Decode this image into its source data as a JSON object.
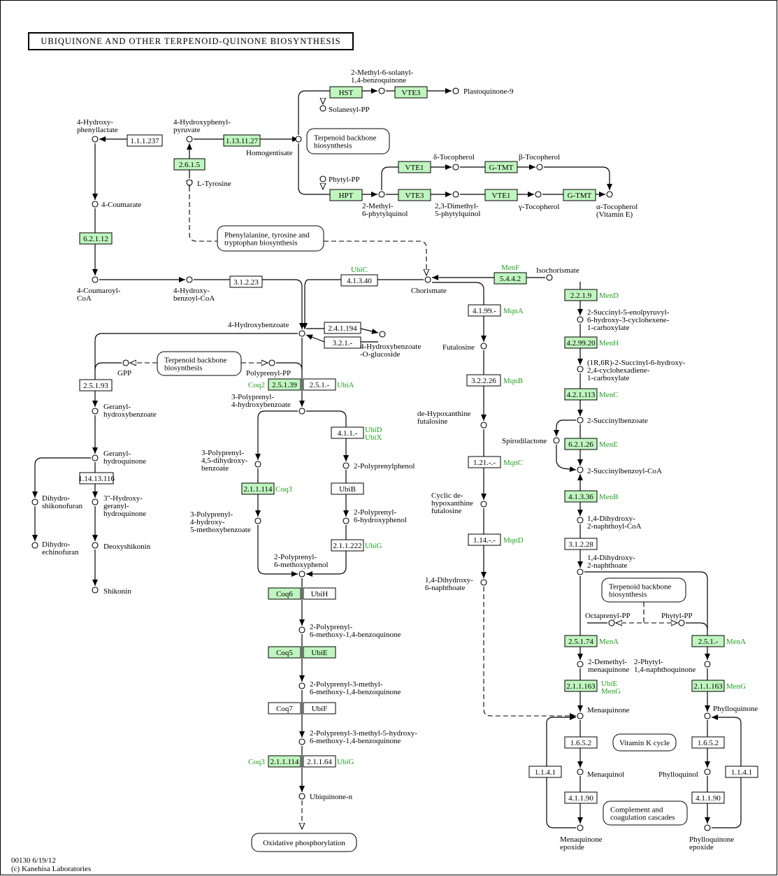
{
  "title": "UBIQUINONE AND OTHER TERPENOID-QUINONE BIOSYNTHESIS",
  "footer": {
    "line1": "00130 6/19/12",
    "line2": "(c) Kanehisa Laboratories"
  },
  "colors": {
    "found_fill": "#bff5bf",
    "plain_fill": "#ffffff",
    "gene_text": "#1fa01f"
  },
  "enzymes": [
    {
      "id": "e1",
      "label": "1.1.1.237",
      "found": false
    },
    {
      "id": "e2",
      "label": "1.13.11.27",
      "found": true
    },
    {
      "id": "e3",
      "label": "2.6.1.5",
      "found": true
    },
    {
      "id": "e4",
      "label": "HST",
      "found": true
    },
    {
      "id": "e5",
      "label": "VTE3",
      "found": true
    },
    {
      "id": "e6",
      "label": "HPT",
      "found": true
    },
    {
      "id": "e7",
      "label": "VTE1",
      "found": true
    },
    {
      "id": "e8",
      "label": "G-TMT",
      "found": true
    },
    {
      "id": "e9",
      "label": "VTE3",
      "found": true
    },
    {
      "id": "e10",
      "label": "VTE1",
      "found": true
    },
    {
      "id": "e11",
      "label": "G-TMT",
      "found": true
    },
    {
      "id": "e12",
      "label": "6.2.1.12",
      "found": true
    },
    {
      "id": "e13",
      "label": "3.1.2.23",
      "found": false
    },
    {
      "id": "e14",
      "label": "4.1.3.40",
      "found": false
    },
    {
      "id": "e15",
      "label": "5.4.4.2",
      "found": true
    },
    {
      "id": "e16",
      "label": "2.4.1.194",
      "found": false
    },
    {
      "id": "e17",
      "label": "3.2.1.-",
      "found": false
    },
    {
      "id": "e18",
      "label": "2.5.1.93",
      "found": false
    },
    {
      "id": "e19",
      "label": "2.5.1.39",
      "found": true
    },
    {
      "id": "e20",
      "label": "2.5.1.-",
      "found": false
    },
    {
      "id": "e21",
      "label": "1.14.13.116",
      "found": false
    },
    {
      "id": "e22",
      "label": "2.1.1.114",
      "found": true
    },
    {
      "id": "e23",
      "label": "4.1.1.-",
      "found": false
    },
    {
      "id": "e24",
      "label": "UbiB",
      "found": false
    },
    {
      "id": "e25",
      "label": "2.1.1.222",
      "found": false
    },
    {
      "id": "e26",
      "label": "Coq6",
      "found": true
    },
    {
      "id": "e27",
      "label": "UbiH",
      "found": false
    },
    {
      "id": "e28",
      "label": "Coq5",
      "found": true
    },
    {
      "id": "e29",
      "label": "UbiE",
      "found": true
    },
    {
      "id": "e30",
      "label": "Coq7",
      "found": false
    },
    {
      "id": "e31",
      "label": "UbiF",
      "found": false
    },
    {
      "id": "e32",
      "label": "2.1.1.114",
      "found": true
    },
    {
      "id": "e33",
      "label": "2.1.1.64",
      "found": false
    },
    {
      "id": "e34",
      "label": "4.1.99.-",
      "found": false
    },
    {
      "id": "e35",
      "label": "3.2.2.26",
      "found": false
    },
    {
      "id": "e36",
      "label": "1.21.-.-",
      "found": false
    },
    {
      "id": "e37",
      "label": "1.14.-.-",
      "found": false
    },
    {
      "id": "e38",
      "label": "2.2.1.9",
      "found": true
    },
    {
      "id": "e39",
      "label": "4.2.99.20",
      "found": true
    },
    {
      "id": "e40",
      "label": "4.2.1.113",
      "found": true
    },
    {
      "id": "e41",
      "label": "6.2.1.26",
      "found": true
    },
    {
      "id": "e42",
      "label": "4.1.3.36",
      "found": true
    },
    {
      "id": "e43",
      "label": "3.1.2.28",
      "found": false
    },
    {
      "id": "e44",
      "label": "2.5.1.74",
      "found": true
    },
    {
      "id": "e45",
      "label": "2.5.1.-",
      "found": true
    },
    {
      "id": "e46",
      "label": "2.1.1.163",
      "found": true
    },
    {
      "id": "e47",
      "label": "2.1.1.163",
      "found": true
    },
    {
      "id": "e48",
      "label": "1.6.5.2",
      "found": false
    },
    {
      "id": "e49",
      "label": "1.6.5.2",
      "found": false
    },
    {
      "id": "e50",
      "label": "1.1.4.1",
      "found": false
    },
    {
      "id": "e51",
      "label": "1.1.4.1",
      "found": false
    },
    {
      "id": "e52",
      "label": "4.1.1.90",
      "found": false
    },
    {
      "id": "e53",
      "label": "4.1.1.90",
      "found": false
    }
  ],
  "gene_labels": [
    {
      "id": "g1",
      "text": "UbiC"
    },
    {
      "id": "g2",
      "text": "MenF"
    },
    {
      "id": "g3",
      "text": "MqnA"
    },
    {
      "id": "g4",
      "text": "MqnB"
    },
    {
      "id": "g5",
      "text": "MqnC"
    },
    {
      "id": "g6",
      "text": "MqnD"
    },
    {
      "id": "g7",
      "text": "Coq2"
    },
    {
      "id": "g8",
      "text": "UbiA"
    },
    {
      "id": "g9",
      "text": "UbiD"
    },
    {
      "id": "g10",
      "text": "UbiX"
    },
    {
      "id": "g11",
      "text": "Coq3"
    },
    {
      "id": "g12",
      "text": "UbiG"
    },
    {
      "id": "g13",
      "text": "Coq3"
    },
    {
      "id": "g14",
      "text": "UbiG"
    },
    {
      "id": "g15",
      "text": "MenD"
    },
    {
      "id": "g16",
      "text": "MenH"
    },
    {
      "id": "g17",
      "text": "MenC"
    },
    {
      "id": "g18",
      "text": "MenE"
    },
    {
      "id": "g19",
      "text": "MenB"
    },
    {
      "id": "g20",
      "text": "MenA"
    },
    {
      "id": "g21",
      "text": "MenA"
    },
    {
      "id": "g22",
      "text": "UbiE"
    },
    {
      "id": "g23",
      "text": "MenG"
    },
    {
      "id": "g24",
      "text": "MenG"
    }
  ],
  "pathway_maps": [
    {
      "id": "p1",
      "lines": [
        "Terpenoid backbone",
        "biosynthesis"
      ]
    },
    {
      "id": "p2",
      "lines": [
        "Phenylalanine, tyrosine and",
        "tryptophan biosynthesis"
      ]
    },
    {
      "id": "p3",
      "lines": [
        "Terpenoid backbone",
        "biosynthesis"
      ]
    },
    {
      "id": "p4",
      "lines": [
        "Terpenoid backbone",
        "biosynthesis"
      ]
    },
    {
      "id": "p5",
      "lines": [
        "Oxidative phosphorylation"
      ]
    },
    {
      "id": "p6",
      "lines": [
        "Complement and",
        "coagulation cascades"
      ]
    },
    {
      "id": "p7",
      "lines": [
        "Vitamin K cycle"
      ]
    }
  ],
  "compounds": [
    {
      "id": "c1",
      "lines": [
        "4-Hydroxy-",
        "phenyllactate"
      ]
    },
    {
      "id": "c2",
      "lines": [
        "4-Hydroxyphenyl-",
        "pyruvate"
      ]
    },
    {
      "id": "c3",
      "lines": [
        "Homogentisate"
      ]
    },
    {
      "id": "c4",
      "lines": [
        "L-Tyrosine"
      ]
    },
    {
      "id": "c5",
      "lines": [
        "2-Methyl-6-solanyl-",
        "1,4-benzoquinone"
      ]
    },
    {
      "id": "c6",
      "lines": [
        "Plastoquinone-9"
      ]
    },
    {
      "id": "c7",
      "lines": [
        "Solanesyl-PP"
      ]
    },
    {
      "id": "c8",
      "lines": [
        "Phytyl-PP"
      ]
    },
    {
      "id": "c9",
      "lines": [
        "δ-Tocopherol"
      ]
    },
    {
      "id": "c10",
      "lines": [
        "β-Tocopherol"
      ]
    },
    {
      "id": "c11",
      "lines": [
        "2-Methyl-",
        "6-phytylquinol"
      ]
    },
    {
      "id": "c12",
      "lines": [
        "2,3-Dimethyl-",
        "5-phytylquinol"
      ]
    },
    {
      "id": "c13",
      "lines": [
        "γ-Tocopherol"
      ]
    },
    {
      "id": "c14",
      "lines": [
        "α-Tocopherol",
        "(Vitamin E)"
      ]
    },
    {
      "id": "c15",
      "lines": [
        "4-Coumarate"
      ]
    },
    {
      "id": "c16",
      "lines": [
        "4-Coumaroyl-",
        "CoA"
      ]
    },
    {
      "id": "c17",
      "lines": [
        "4-Hydroxy-",
        "benzoyl-CoA"
      ]
    },
    {
      "id": "c18",
      "lines": [
        "Chorismate"
      ]
    },
    {
      "id": "c19",
      "lines": [
        "Isochorismate"
      ]
    },
    {
      "id": "c20",
      "lines": [
        "4-Hydroxybenzoate"
      ]
    },
    {
      "id": "c21",
      "lines": [
        "4-Hydroxybenzoate",
        "-O-glucoside"
      ]
    },
    {
      "id": "c22",
      "lines": [
        "GPP"
      ]
    },
    {
      "id": "c23",
      "lines": [
        "Polyprenyl-PP"
      ]
    },
    {
      "id": "c24",
      "lines": [
        "Geranyl-",
        "hydroxybenzoate"
      ]
    },
    {
      "id": "c25",
      "lines": [
        "3-Polyprenyl-",
        "4-hydroxybenzoate"
      ]
    },
    {
      "id": "c26",
      "lines": [
        "Geranyl-",
        "hydroquinone"
      ]
    },
    {
      "id": "c27",
      "lines": [
        "Dihydro-",
        "shikonofuran"
      ]
    },
    {
      "id": "c28",
      "lines": [
        "3''-Hydroxy-",
        "geranyl-",
        "hydroquinone"
      ]
    },
    {
      "id": "c29",
      "lines": [
        "Dihydro-",
        "echinofuran"
      ]
    },
    {
      "id": "c30",
      "lines": [
        "Deoxyshikonin"
      ]
    },
    {
      "id": "c31",
      "lines": [
        "Shikonin"
      ]
    },
    {
      "id": "c32",
      "lines": [
        "3-Polyprenyl-",
        "4,5-dihydroxy-",
        "benzoate"
      ]
    },
    {
      "id": "c33",
      "lines": [
        "2-Polyprenylphenol"
      ]
    },
    {
      "id": "c34",
      "lines": [
        "3-Polyprenyl-",
        "4-hydroxy-",
        "5-methoxybenzoate"
      ]
    },
    {
      "id": "c35",
      "lines": [
        "2-Polyprenyl-",
        "6-hydroxyphenol"
      ]
    },
    {
      "id": "c36",
      "lines": [
        "2-Polyprenyl-",
        "6-methoxyphenol"
      ]
    },
    {
      "id": "c37",
      "lines": [
        "2-Polyprenyl-",
        "6-methoxy-1,4-benzoquinone"
      ]
    },
    {
      "id": "c38",
      "lines": [
        "2-Polyprenyl-3-methyl-",
        "6-methoxy-1,4-benzoquinone"
      ]
    },
    {
      "id": "c39",
      "lines": [
        "2-Polyprenyl-3-methyl-5-hydroxy-",
        "6-methoxy-1,4-benzoquinone"
      ]
    },
    {
      "id": "c40",
      "lines": [
        "Ubiquinone-n"
      ]
    },
    {
      "id": "c41",
      "lines": [
        "Futalosine"
      ]
    },
    {
      "id": "c42",
      "lines": [
        "de-Hypoxanthine",
        "futalosine"
      ]
    },
    {
      "id": "c43",
      "lines": [
        "Cyclic de-",
        "hypoxanthine",
        "futalosine"
      ]
    },
    {
      "id": "c44",
      "lines": [
        "1,4-Dihydroxy-",
        "6-naphthoate"
      ]
    },
    {
      "id": "c45",
      "lines": [
        "2-Succinyl-5-enolpyruvyl-",
        "6-hydroxy-3-cyclohexene-",
        "1-carboxylate"
      ]
    },
    {
      "id": "c46",
      "lines": [
        "(1R,6R)-2-Succinyl-6-hydroxy-",
        "2,4-cyclohexadiene-",
        "1-carboxylate"
      ]
    },
    {
      "id": "c47",
      "lines": [
        "2-Succinylbenzoate"
      ]
    },
    {
      "id": "c48",
      "lines": [
        "Spirodilactone"
      ]
    },
    {
      "id": "c49",
      "lines": [
        "2-Succinylbenzoyl-CoA"
      ]
    },
    {
      "id": "c50",
      "lines": [
        "1,4-Dihydroxy-",
        "2-naphthoyl-CoA"
      ]
    },
    {
      "id": "c51",
      "lines": [
        "1,4-Dihydroxy-",
        "2-naphthoate"
      ]
    },
    {
      "id": "c52",
      "lines": [
        "Octaprenyl-PP"
      ]
    },
    {
      "id": "c53",
      "lines": [
        "Phytyl-PP"
      ]
    },
    {
      "id": "c54",
      "lines": [
        "2-Demethyl-",
        "menaquinone"
      ]
    },
    {
      "id": "c55",
      "lines": [
        "2-Phytyl-",
        "1,4-naphthoquinone"
      ]
    },
    {
      "id": "c56",
      "lines": [
        "Menaquinone"
      ]
    },
    {
      "id": "c57",
      "lines": [
        "Phylloquinone"
      ]
    },
    {
      "id": "c58",
      "lines": [
        "Menaquinol"
      ]
    },
    {
      "id": "c59",
      "lines": [
        "Phylloquinol"
      ]
    },
    {
      "id": "c60",
      "lines": [
        "Menaquinone",
        "epoxide"
      ]
    },
    {
      "id": "c61",
      "lines": [
        "Phylloquinone",
        "epoxide"
      ]
    }
  ]
}
